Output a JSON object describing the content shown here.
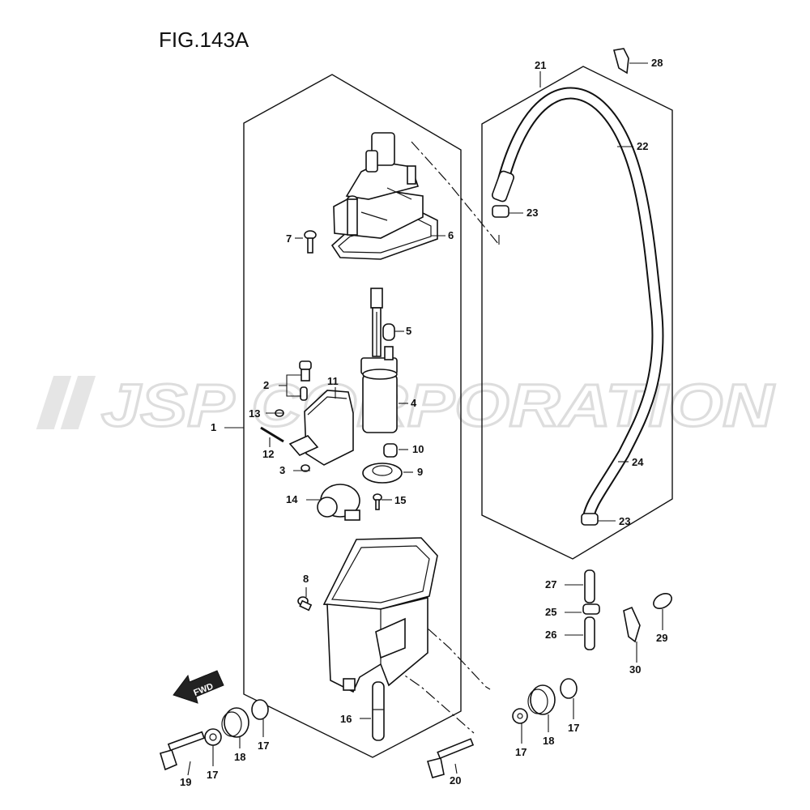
{
  "figure": {
    "title": "FIG.143A"
  },
  "watermark": {
    "text": "JSP CORPORATION"
  },
  "direction": {
    "label": "FWD"
  },
  "callouts": [
    {
      "id": "c1",
      "text": "1"
    },
    {
      "id": "c2",
      "text": "2"
    },
    {
      "id": "c3",
      "text": "3"
    },
    {
      "id": "c4",
      "text": "4"
    },
    {
      "id": "c5",
      "text": "5"
    },
    {
      "id": "c6",
      "text": "6"
    },
    {
      "id": "c7",
      "text": "7"
    },
    {
      "id": "c8",
      "text": "8"
    },
    {
      "id": "c9",
      "text": "9"
    },
    {
      "id": "c10",
      "text": "10"
    },
    {
      "id": "c11",
      "text": "11"
    },
    {
      "id": "c12",
      "text": "12"
    },
    {
      "id": "c13",
      "text": "13"
    },
    {
      "id": "c14",
      "text": "14"
    },
    {
      "id": "c15",
      "text": "15"
    },
    {
      "id": "c16",
      "text": "16"
    },
    {
      "id": "c17a",
      "text": "17"
    },
    {
      "id": "c17b",
      "text": "17"
    },
    {
      "id": "c17c",
      "text": "17"
    },
    {
      "id": "c17d",
      "text": "17"
    },
    {
      "id": "c18a",
      "text": "18"
    },
    {
      "id": "c18b",
      "text": "18"
    },
    {
      "id": "c19",
      "text": "19"
    },
    {
      "id": "c20",
      "text": "20"
    },
    {
      "id": "c21",
      "text": "21"
    },
    {
      "id": "c22",
      "text": "22"
    },
    {
      "id": "c23a",
      "text": "23"
    },
    {
      "id": "c23b",
      "text": "23"
    },
    {
      "id": "c24",
      "text": "24"
    },
    {
      "id": "c25",
      "text": "25"
    },
    {
      "id": "c26",
      "text": "26"
    },
    {
      "id": "c27",
      "text": "27"
    },
    {
      "id": "c28",
      "text": "28"
    },
    {
      "id": "c29",
      "text": "29"
    },
    {
      "id": "c30",
      "text": "30"
    }
  ]
}
